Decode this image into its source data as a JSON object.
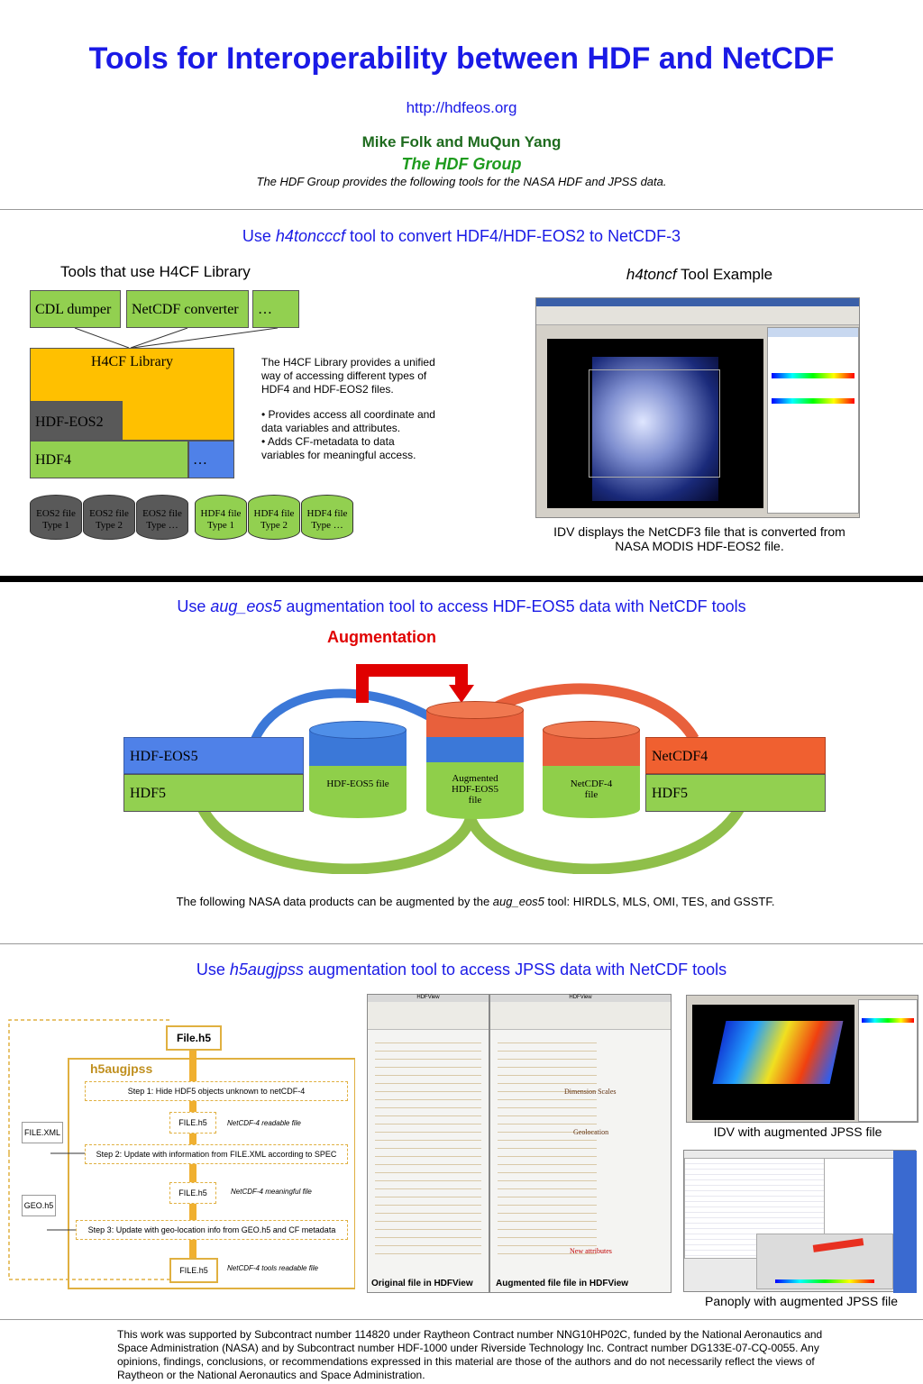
{
  "header": {
    "title": "Tools for Interoperability between HDF and NetCDF",
    "url": "http://hdfeos.org",
    "authors": "Mike Folk and MuQun Yang",
    "org": "The HDF Group",
    "tagline": "The HDF Group provides the following tools for the NASA HDF and JPSS data."
  },
  "section1": {
    "head_pre": "Use ",
    "head_tool": "h4toncccf",
    "head_post": "  tool to convert HDF4/HDF-EOS2 to NetCDF-3",
    "left_title": "Tools that use H4CF Library",
    "tools": [
      "CDL dumper",
      "NetCDF converter",
      "…"
    ],
    "h4cf": "H4CF Library",
    "hdfeos2": "HDF-EOS2",
    "hdf4": "HDF4",
    "ellipsis": "…",
    "desc1": "The H4CF Library provides a unified way of accessing different types of HDF4 and HDF-EOS2 files.",
    "desc2": "• Provides access all coordinate and data variables and attributes.",
    "desc3": "• Adds CF-metadata to data variables for meaningful access.",
    "files": [
      {
        "l1": "EOS2 file",
        "l2": "Type 1"
      },
      {
        "l1": "EOS2 file",
        "l2": "Type 2"
      },
      {
        "l1": "EOS2 file",
        "l2": "Type …"
      },
      {
        "l1": "HDF4 file",
        "l2": "Type 1"
      },
      {
        "l1": "HDF4 file",
        "l2": "Type 2"
      },
      {
        "l1": "HDF4 file",
        "l2": "Type …"
      }
    ],
    "example_tool": "h4toncf",
    "example_post": "  Tool Example",
    "example_caption": "IDV displays the NetCDF3 file that is converted from  NASA MODIS HDF-EOS2 file."
  },
  "section2": {
    "head_pre": "Use ",
    "head_tool": "aug_eos5",
    "head_post": " augmentation tool to access HDF-EOS5 data with NetCDF tools",
    "augmentation": "Augmentation",
    "left_top": "HDF-EOS5",
    "left_bottom": "HDF5",
    "cyl1": "HDF-EOS5 file",
    "cyl2a": "Augmented",
    "cyl2b": "HDF-EOS5",
    "cyl2c": "file",
    "cyl3a": "NetCDF-4",
    "cyl3b": "file",
    "right_top": "NetCDF4",
    "right_bottom": "HDF5",
    "note_pre": "The following NASA data products can be augmented by the ",
    "note_tool": "aug_eos5",
    "note_post": "  tool: HIRDLS, MLS, OMI, TES, and GSSTF."
  },
  "section3": {
    "head_pre": "Use ",
    "head_tool": "h5augjpss",
    "head_post": " augmentation tool to access JPSS data with NetCDF tools",
    "flow_title": "h5augjpss",
    "file_h5": "File.h5",
    "step1": "Step 1: Hide HDF5 objects unknown to netCDF-4",
    "step2": "Step 2: Update with information from FILE.XML according to SPEC",
    "step3": "Step 3: Update with geo-location info from GEO.h5 and CF metadata",
    "file_xml": "FILE.XML",
    "geo_h5": "GEO.h5",
    "mid1": "FILE.h5",
    "mid1_note": "NetCDF-4 readable file",
    "mid2": "FILE.h5",
    "mid2_note": "NetCDF-4 meaningful file",
    "out": "FILE.h5",
    "out_note": "NetCDF-4  tools readable file",
    "hdfview_left": "Original file in HDFView",
    "hdfview_right": "Augmented file  file in HDFView",
    "hdfview_app": "HDFView",
    "ann_dim": "Dimension Scales",
    "ann_geo": "Geolocation",
    "ann_attr": "New attributes",
    "idv_caption": "IDV with augmented JPSS file",
    "panoply_caption": "Panoply with augmented JPSS file"
  },
  "footer": "This work was supported by Subcontract number 114820 under Raytheon Contract number NNG10HP02C, funded by the National Aeronautics and Space Administration (NASA) and by  Subcontract number HDF-1000 under Riverside Technology Inc. Contract number DG133E-07-CQ-0055. Any opinions, findings, conclusions, or recommendations expressed in this material are those of the authors and do not necessarily reflect the views of Raytheon or the National Aeronautics and Space Administration."
}
